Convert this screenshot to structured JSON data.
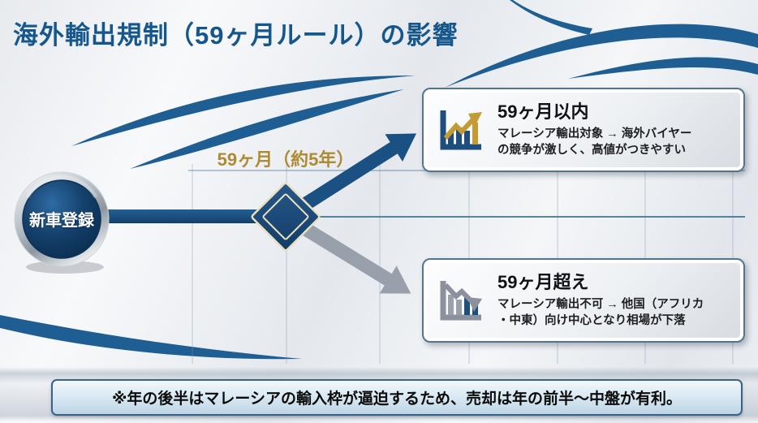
{
  "title": "海外輸出規制（59ヶ月ルール）の影響",
  "start_node": {
    "label": "新車登録",
    "shape": "circle-badge"
  },
  "timeline": {
    "period_label": "59ヶ月（約5年）",
    "decision_shape": "diamond"
  },
  "branches": {
    "within": {
      "heading": "59ヶ月以内",
      "body": "マレーシア輸出対象 → 海外バイヤー\nの競争が激しく、高値がつきやすい",
      "icon": "bar-chart-up-icon",
      "arrow": "up-right-blue"
    },
    "over": {
      "heading": "59ヶ月超え",
      "body": "マレーシア輸出不可 → 他国（アフリカ\n・中東）向け中心となり相場が下落",
      "icon": "bar-chart-down-icon",
      "arrow": "down-right-gray"
    }
  },
  "footnote": "※年の後半はマレーシアの輸入枠が逼迫するため、売却は年の前半〜中盤が有利。",
  "colors": {
    "title_blue": "#15568c",
    "flow_navy": "#1a5182",
    "gold_accent": "#ae8b33",
    "gray_arrow": "#98a0ac",
    "card_border": "#52748f",
    "banner_fill": "#d5e6f1"
  }
}
